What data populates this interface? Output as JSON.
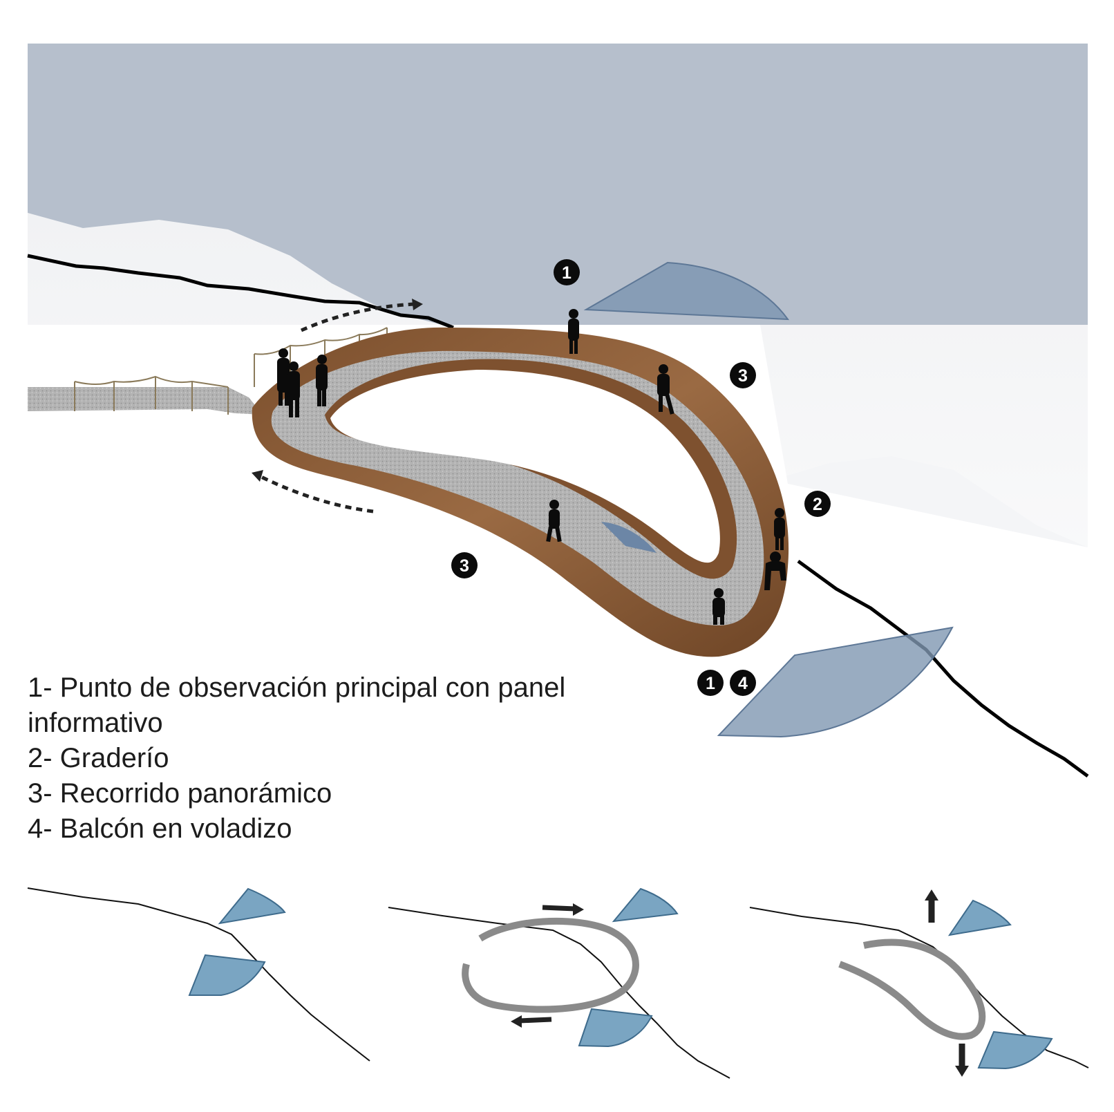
{
  "markers": {
    "m1_top": "1",
    "m2_right": "2",
    "m3_right": "3",
    "m3_bottom": "3",
    "m1_lower": "1",
    "m4_lower": "4"
  },
  "legend": {
    "item1_line1": "1- Punto de observación principal con panel",
    "item1_line2": "informativo",
    "item2": "2- Graderío",
    "item3": "3- Recorrido panorámico",
    "item4": "4- Balcón en voladizo"
  },
  "colors": {
    "sky": "#b6bfcc",
    "snow": "#ffffff",
    "corten": "#8a5a36",
    "deck": "#b9b9b9",
    "balcony": "#7f97b2",
    "diagram_panel": "#7aa5c2",
    "terrain_line": "#000000"
  }
}
